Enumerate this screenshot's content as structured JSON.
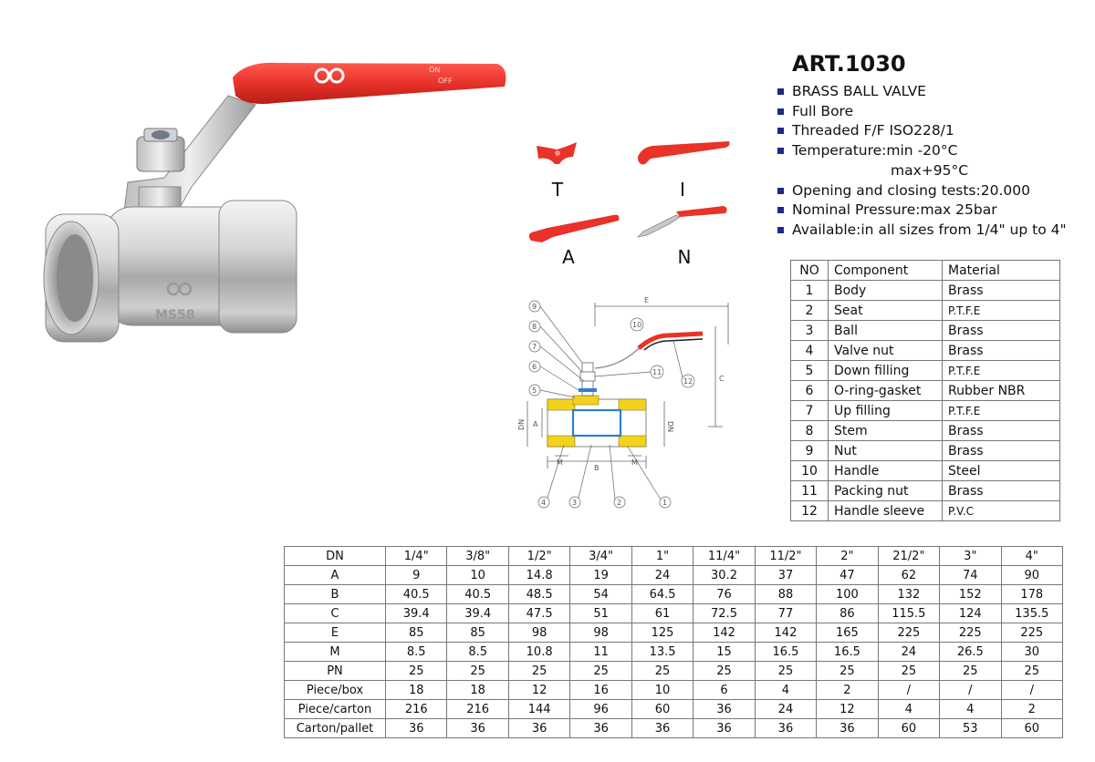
{
  "product": {
    "art_number": "ART.1030",
    "handle_text_on": "ON",
    "handle_text_off": "OFF",
    "body_marking": "MS58"
  },
  "colors": {
    "handle_red": "#e8322a",
    "table_border": "#777777",
    "bullet_blue": "#1c2a88",
    "drawing_yellow": "#f2d21c",
    "drawing_blue": "#2d7fd0"
  },
  "specs": [
    "BRASS BALL VALVE",
    "Full  Bore",
    "Threaded F/F ISO228/1",
    "Temperature:min -20°C",
    "max+95°C",
    "Opening and closing tests:20.000",
    "Nominal Pressure:max 25bar",
    "Available:in all sizes from 1/4\" up to 4\""
  ],
  "handle_variants": [
    {
      "letter": "T"
    },
    {
      "letter": "I"
    },
    {
      "letter": "A"
    },
    {
      "letter": "N"
    }
  ],
  "drawing": {
    "label_e": "E",
    "label_c": "C",
    "label_dn": "DN",
    "label_a": "A",
    "label_b": "B",
    "label_m": "M",
    "callouts": [
      "1",
      "2",
      "3",
      "4",
      "5",
      "6",
      "7",
      "8",
      "9",
      "10",
      "11",
      "12"
    ]
  },
  "components": {
    "headers": [
      "NO",
      "Component",
      "Material"
    ],
    "rows": [
      [
        "1",
        "Body",
        "Brass"
      ],
      [
        "2",
        "Seat",
        "P.T.F.E"
      ],
      [
        "3",
        "Ball",
        "Brass"
      ],
      [
        "4",
        "Valve nut",
        "Brass"
      ],
      [
        "5",
        "Down filling",
        "P.T.F.E"
      ],
      [
        "6",
        "O-ring-gasket",
        "Rubber NBR"
      ],
      [
        "7",
        "Up filling",
        "P.T.F.E"
      ],
      [
        "8",
        "Stem",
        "Brass"
      ],
      [
        "9",
        "Nut",
        "Brass"
      ],
      [
        "10",
        "Handle",
        "Steel"
      ],
      [
        "11",
        "Packing nut",
        "Brass"
      ],
      [
        "12",
        "Handle sleeve",
        "P.V.C"
      ]
    ]
  },
  "dimensions": {
    "headers": [
      "DN",
      "1/4\"",
      "3/8\"",
      "1/2\"",
      "3/4\"",
      "1\"",
      "11/4\"",
      "11/2\"",
      "2\"",
      "21/2\"",
      "3\"",
      "4\""
    ],
    "rows": [
      [
        "A",
        "9",
        "10",
        "14.8",
        "19",
        "24",
        "30.2",
        "37",
        "47",
        "62",
        "74",
        "90"
      ],
      [
        "B",
        "40.5",
        "40.5",
        "48.5",
        "54",
        "64.5",
        "76",
        "88",
        "100",
        "132",
        "152",
        "178"
      ],
      [
        "C",
        "39.4",
        "39.4",
        "47.5",
        "51",
        "61",
        "72.5",
        "77",
        "86",
        "115.5",
        "124",
        "135.5"
      ],
      [
        "E",
        "85",
        "85",
        "98",
        "98",
        "125",
        "142",
        "142",
        "165",
        "225",
        "225",
        "225"
      ],
      [
        "M",
        "8.5",
        "8.5",
        "10.8",
        "11",
        "13.5",
        "15",
        "16.5",
        "16.5",
        "24",
        "26.5",
        "30"
      ],
      [
        "PN",
        "25",
        "25",
        "25",
        "25",
        "25",
        "25",
        "25",
        "25",
        "25",
        "25",
        "25"
      ],
      [
        "Piece/box",
        "18",
        "18",
        "12",
        "16",
        "10",
        "6",
        "4",
        "2",
        "/",
        "/",
        "/"
      ],
      [
        "Piece/carton",
        "216",
        "216",
        "144",
        "96",
        "60",
        "36",
        "24",
        "12",
        "4",
        "4",
        "2"
      ],
      [
        "Carton/pallet",
        "36",
        "36",
        "36",
        "36",
        "36",
        "36",
        "36",
        "36",
        "60",
        "53",
        "60"
      ]
    ]
  }
}
